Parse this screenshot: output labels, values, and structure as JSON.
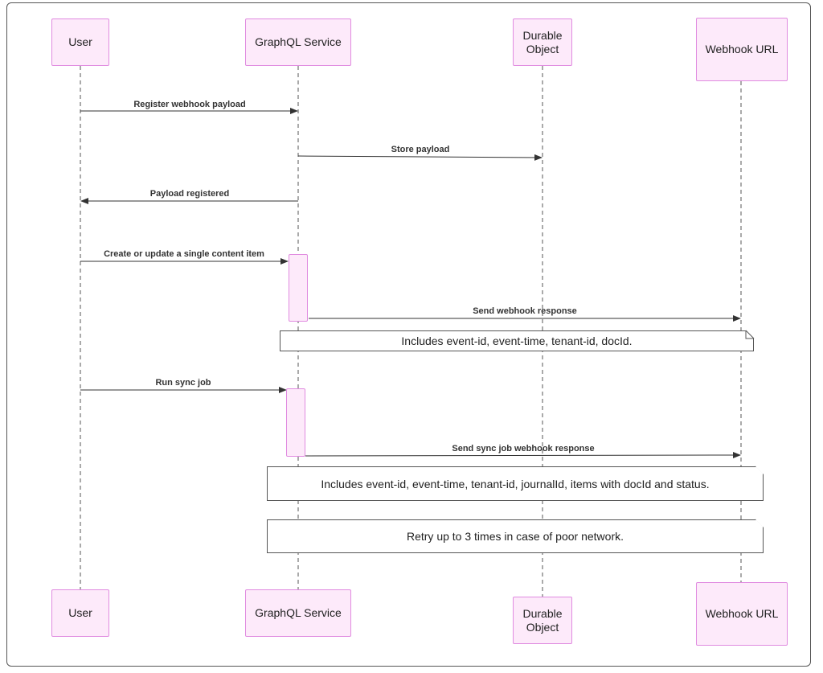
{
  "diagram": {
    "type": "sequence",
    "participants": [
      {
        "id": "user",
        "label_lines": [
          "User"
        ]
      },
      {
        "id": "graphql",
        "label_lines": [
          "GraphQL Service"
        ]
      },
      {
        "id": "durable",
        "label_lines": [
          "Durable",
          "Object"
        ]
      },
      {
        "id": "webhook",
        "label_lines": [
          "Webhook URL"
        ]
      }
    ],
    "messages": [
      {
        "from": "user",
        "to": "graphql",
        "label": "Register webhook payload"
      },
      {
        "from": "graphql",
        "to": "durable",
        "label": "Store payload"
      },
      {
        "from": "graphql",
        "to": "user",
        "label": "Payload registered"
      },
      {
        "from": "user",
        "to": "graphql",
        "label": "Create or update a single content item"
      },
      {
        "from": "graphql",
        "to": "webhook",
        "label": "Send webhook response"
      },
      {
        "from": "user",
        "to": "graphql",
        "label": "Run sync job"
      },
      {
        "from": "graphql",
        "to": "webhook",
        "label": "Send sync job webhook response"
      }
    ],
    "notes": [
      {
        "text": "Includes event-id, event-time, tenant-id, docId."
      },
      {
        "text": "Includes event-id, event-time, tenant-id, journalId, items with docId and status."
      },
      {
        "text": "Retry up to 3 times in case of poor network."
      }
    ],
    "colors": {
      "participant_fill": "#fdeafa",
      "participant_border": "#e08be0",
      "line": "#333333",
      "note_border": "#555555"
    }
  }
}
